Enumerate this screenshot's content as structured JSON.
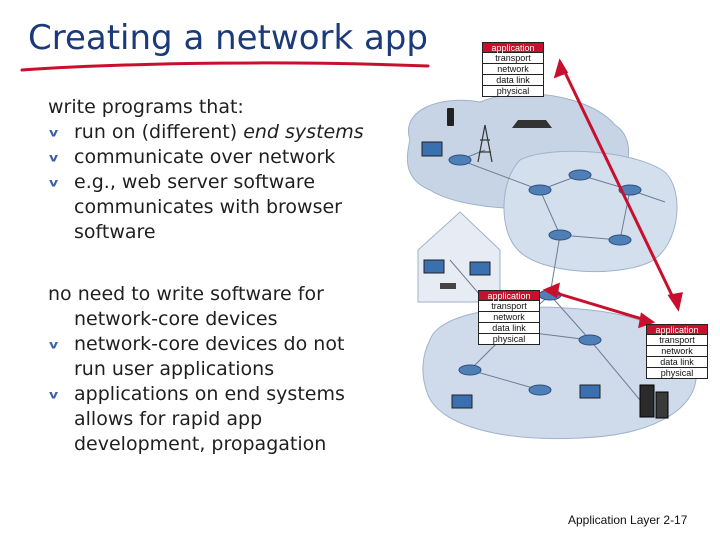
{
  "slide": {
    "title": "Creating a network app",
    "footer": "Application Layer 2-17"
  },
  "block1": {
    "lead": "write programs that:",
    "bullet1_prefix": "run on (different) ",
    "bullet1_em": "end systems",
    "bullet2": "communicate over network",
    "bullet3_line1": "e.g., web server software",
    "bullet3_line2": "communicates with browser",
    "bullet3_line3": "software"
  },
  "block2": {
    "lead": "no need to write software for",
    "lead_cont": "network-core devices",
    "bullet1_line1": "network-core devices do not",
    "bullet1_line2": "run user applications",
    "bullet2_line1": "applications on end systems",
    "bullet2_line2": "allows for rapid app",
    "bullet2_line3": "development, propagation"
  },
  "stacks": {
    "top": [
      "application",
      "transport",
      "network",
      "data link",
      "physical"
    ],
    "left": [
      "application",
      "transport",
      "network",
      "data link",
      "physical"
    ],
    "right": [
      "application",
      "transport",
      "network",
      "data link",
      "physical"
    ]
  },
  "colors": {
    "title": "#1a3a7a",
    "underline": "#c8102e",
    "application_layer": "#c8102e",
    "arrow": "#c8102e",
    "cloud": "#c7d4e6",
    "router": "#4f7fb7"
  }
}
